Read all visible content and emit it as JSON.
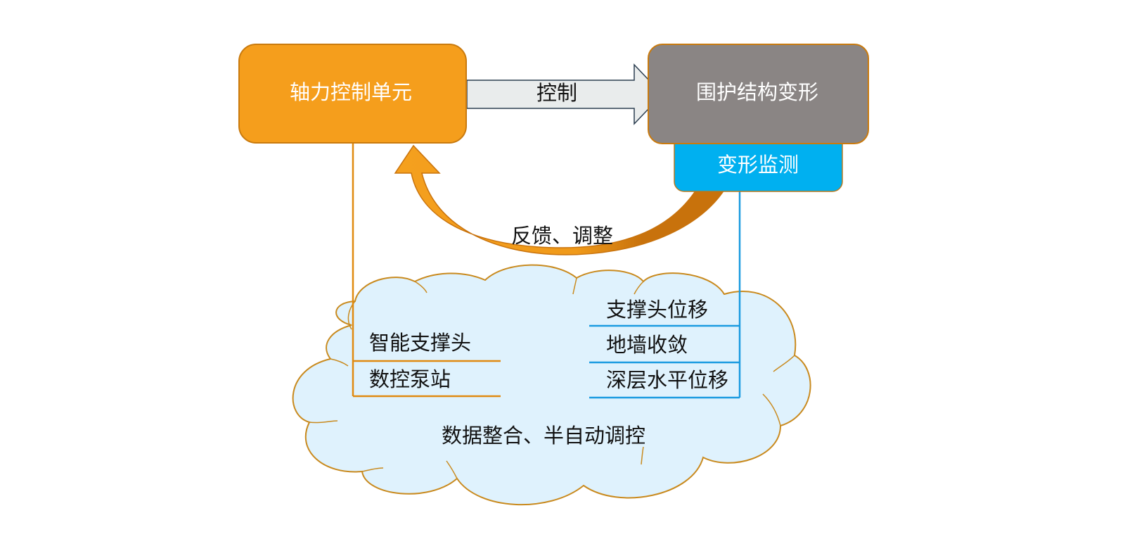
{
  "colors": {
    "control_unit": "#F59E1C",
    "control_unit_border": "#C97A0E",
    "structure": "#8A8584",
    "monitoring": "#00B0F0",
    "cloud_fill": "#DFF2FD",
    "cloud_stroke": "#C98A1E",
    "left_bracket": "#E08A10",
    "right_bracket": "#1A9BE0",
    "control_arrow_fill": "#E9ECEC",
    "feedback_arrow": "#F5A01E",
    "feedback_arrow_dark": "#C8720C"
  },
  "nodes": {
    "control_unit": "轴力控制单元",
    "structure_deformation": "围护结构变形",
    "deformation_monitoring": "变形监测"
  },
  "arrows": {
    "control": "控制",
    "feedback": "反馈、调整"
  },
  "cloud": {
    "title": "数据整合、半自动调控",
    "left_items": [
      "智能支撑头",
      "数控泵站"
    ],
    "right_items": [
      "支撑头位移",
      "地墙收敛",
      "深层水平位移"
    ]
  }
}
